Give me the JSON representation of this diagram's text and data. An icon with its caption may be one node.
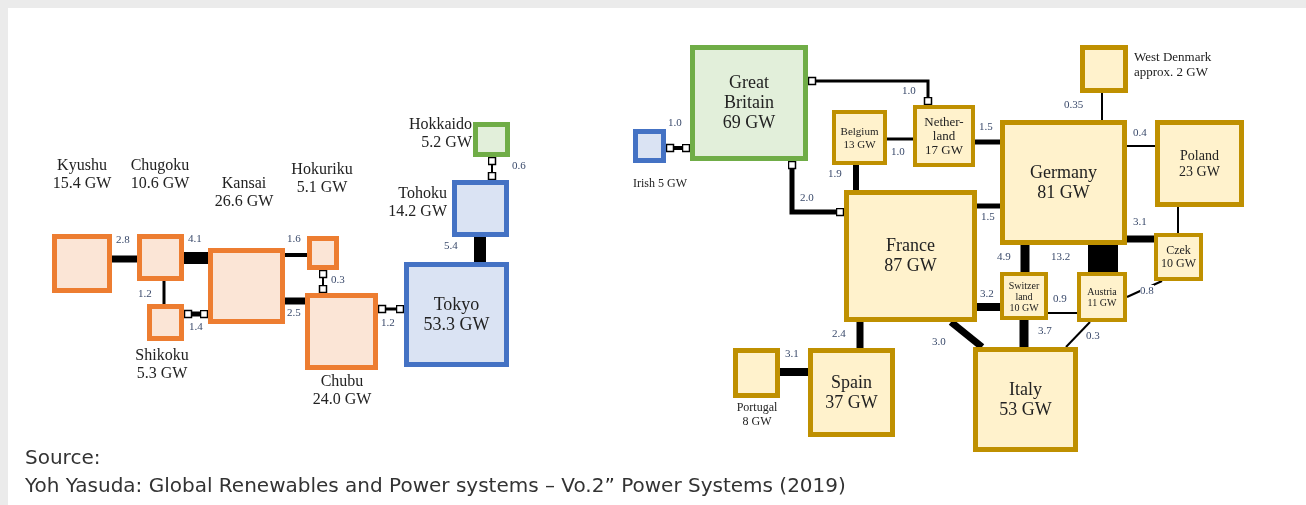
{
  "diagram": {
    "nodes": [
      {
        "text": [
          "Kyushu",
          "15.4 GW"
        ]
      },
      {
        "text": [
          "Chugoku",
          "10.6 GW"
        ]
      },
      {
        "text": [
          "Kansai",
          "26.6 GW"
        ]
      },
      {
        "text": [
          "Hokuriku",
          "5.1 GW"
        ]
      },
      {
        "text": [
          "Shikoku",
          "5.3 GW"
        ]
      },
      {
        "text": [
          "Chubu",
          "24.0 GW"
        ]
      },
      {
        "text": [
          "Hokkaido",
          "5.2 GW"
        ]
      },
      {
        "text": [
          "Tohoku",
          "14.2 GW"
        ]
      },
      {
        "text": [
          "Tokyo",
          "53.3 GW"
        ]
      },
      {
        "text": [
          "Great Britain",
          "69 GW"
        ]
      },
      {
        "text": [
          "Irish 5 GW"
        ]
      },
      {
        "text": [
          "Belgium",
          "13 GW"
        ]
      },
      {
        "text": [
          "Nether- land",
          "17 GW"
        ]
      },
      {
        "text": [
          "Germany",
          "81 GW"
        ]
      },
      {
        "text": [
          "West Denmark",
          "approx. 2 GW"
        ]
      },
      {
        "text": [
          "Poland",
          "23 GW"
        ]
      },
      {
        "text": [
          "France",
          "87 GW"
        ]
      },
      {
        "text": [
          "Czek",
          "10 GW"
        ]
      },
      {
        "text": [
          "Switzer land",
          "10 GW"
        ]
      },
      {
        "text": [
          "Austria",
          "11 GW"
        ]
      },
      {
        "text": [
          "Portugal",
          "8 GW"
        ]
      },
      {
        "text": [
          "Spain",
          "37 GW"
        ]
      },
      {
        "text": [
          "Italy",
          "53 GW"
        ]
      }
    ],
    "edges": [
      {
        "from": 0,
        "to": 1,
        "arrow": "none",
        "label": "2.8"
      },
      {
        "from": 1,
        "to": 2,
        "arrow": "none",
        "label": "4.1",
        "style": "thick"
      },
      {
        "from": 1,
        "to": 4,
        "arrow": "none",
        "label": "1.2"
      },
      {
        "from": 4,
        "to": 2,
        "arrow": "other",
        "label": "1.4"
      },
      {
        "from": 2,
        "to": 3,
        "arrow": "none",
        "label": "1.6"
      },
      {
        "from": 2,
        "to": 5,
        "arrow": "none",
        "label": "2.5"
      },
      {
        "from": 3,
        "to": 5,
        "arrow": "other",
        "label": "0.3"
      },
      {
        "from": 5,
        "to": 8,
        "arrow": "other",
        "label": "1.2"
      },
      {
        "from": 6,
        "to": 7,
        "arrow": "other",
        "label": "0.6"
      },
      {
        "from": 7,
        "to": 8,
        "arrow": "none",
        "label": "5.4",
        "style": "thick"
      },
      {
        "from": 10,
        "to": 9,
        "arrow": "other",
        "label": "1.0"
      },
      {
        "from": 9,
        "to": 12,
        "arrow": "other",
        "label": "1.0"
      },
      {
        "from": 9,
        "to": 16,
        "arrow": "other",
        "label": "2.0"
      },
      {
        "from": 11,
        "to": 12,
        "arrow": "none",
        "label": "1.0"
      },
      {
        "from": 11,
        "to": 16,
        "arrow": "none",
        "label": "1.9"
      },
      {
        "from": 12,
        "to": 13,
        "arrow": "none",
        "label": "1.5"
      },
      {
        "from": 16,
        "to": 13,
        "arrow": "none",
        "label": "1.5"
      },
      {
        "from": 13,
        "to": 14,
        "arrow": "none",
        "label": "0.35"
      },
      {
        "from": 13,
        "to": 15,
        "arrow": "none",
        "label": "0.4"
      },
      {
        "from": 13,
        "to": 17,
        "arrow": "none",
        "label": "3.1"
      },
      {
        "from": 15,
        "to": 17,
        "arrow": "none"
      },
      {
        "from": 13,
        "to": 18,
        "arrow": "none",
        "label": "4.9",
        "style": "thick"
      },
      {
        "from": 13,
        "to": 19,
        "arrow": "none",
        "label": "13.2",
        "style": "thick"
      },
      {
        "from": 19,
        "to": 17,
        "arrow": "none",
        "label": "0.8"
      },
      {
        "from": 16,
        "to": 18,
        "arrow": "none",
        "label": "3.2"
      },
      {
        "from": 18,
        "to": 19,
        "arrow": "none",
        "label": "0.9"
      },
      {
        "from": 18,
        "to": 22,
        "arrow": "none",
        "label": "3.7",
        "style": "thick"
      },
      {
        "from": 19,
        "to": 22,
        "arrow": "none",
        "label": "0.3"
      },
      {
        "from": 16,
        "to": 22,
        "arrow": "none",
        "label": "3.0"
      },
      {
        "from": 16,
        "to": 21,
        "arrow": "none",
        "label": "2.4"
      },
      {
        "from": 20,
        "to": 21,
        "arrow": "none",
        "label": "3.1"
      }
    ],
    "labels": [
      "Source:",
      "Yoh Yasuda: Global Renewables and Power systems – Vo.2” Power Systems (2019)"
    ]
  }
}
